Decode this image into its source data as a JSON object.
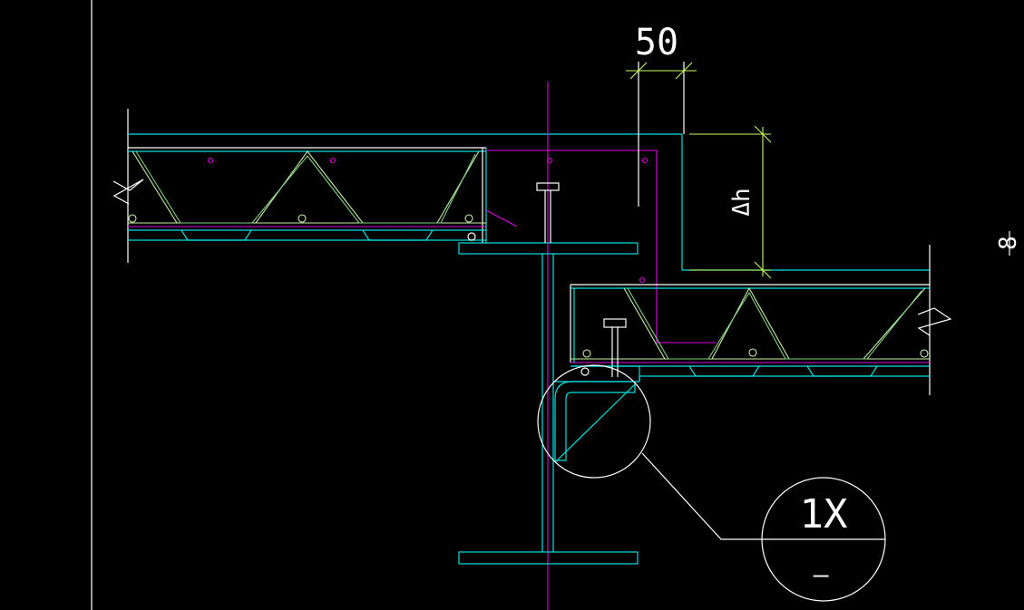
{
  "drawing": {
    "dim_horizontal": "50",
    "dim_vertical": "Δh",
    "detail_callout_top": "1X",
    "detail_callout_bottom": "–",
    "edge_text": "8"
  },
  "colors": {
    "background": "#000000",
    "cyan": "#00e0e0",
    "green": "#c8f0a8",
    "magenta": "#e000e0",
    "white": "#ffffff",
    "dimension": "#c8ff60"
  }
}
